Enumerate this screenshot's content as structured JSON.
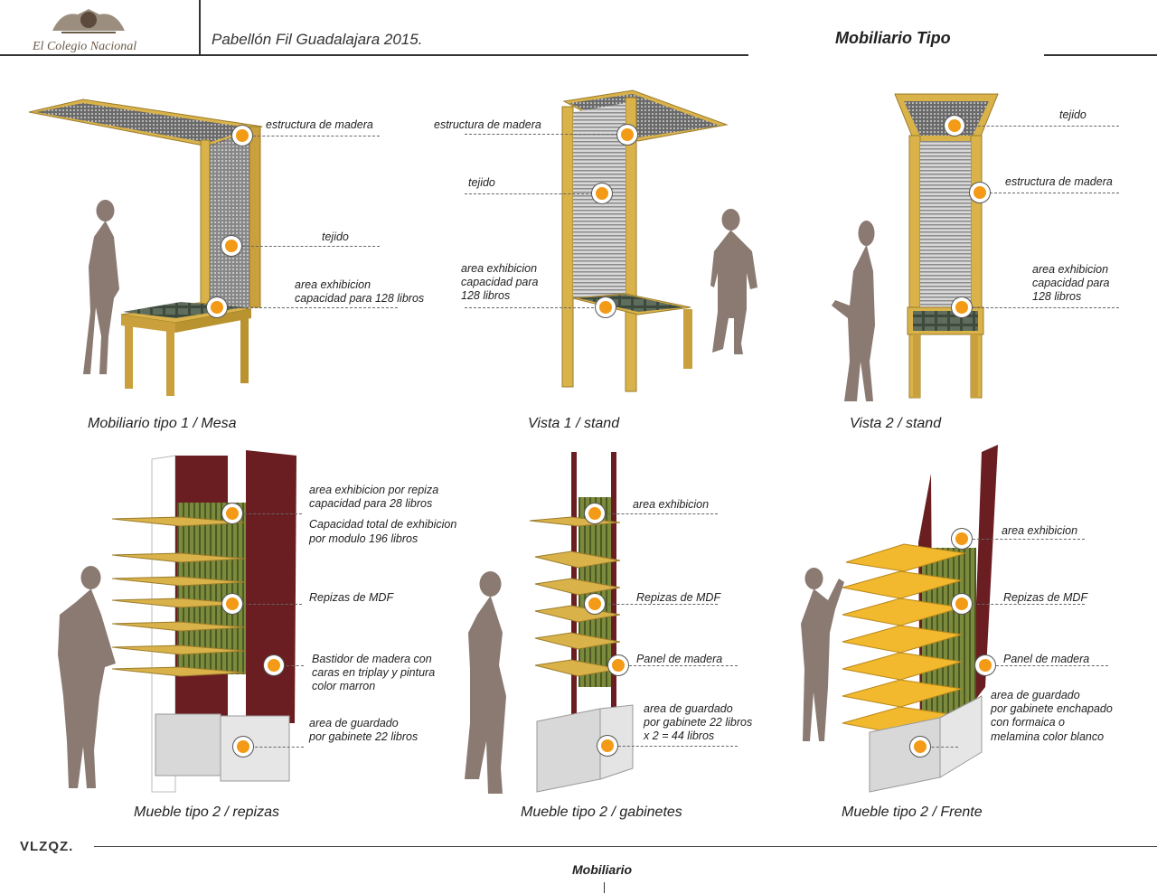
{
  "header": {
    "logo_text": "El Colegio Nacional",
    "project_title": "Pabellón Fil  Guadalajara 2015.",
    "section_title": "Mobiliario Tipo"
  },
  "panels": [
    {
      "caption": "Mobiliario tipo 1 / Mesa",
      "labels": [
        "estructura de madera",
        "tejido",
        "area exhibicion",
        "capacidad para 128 libros"
      ]
    },
    {
      "caption": "Vista 1 / stand",
      "labels": [
        "estructura de madera",
        "tejido",
        "area exhibicion",
        "capacidad para",
        "128  libros"
      ]
    },
    {
      "caption": "Vista 2 / stand",
      "labels": [
        "tejido",
        "estructura de madera",
        "area exhibicion",
        "capacidad para",
        "128 libros"
      ]
    },
    {
      "caption": "Mueble  tipo 2 / repizas",
      "labels": [
        "area exhibicion por repiza",
        "capacidad para 28 libros",
        "Capacidad total de exhibicion",
        "por modulo 196 libros",
        "Repizas de MDF",
        "Bastidor de madera con",
        "caras en triplay y pintura",
        "color marron",
        "area de guardado",
        "por gabinete 22 libros"
      ]
    },
    {
      "caption": "Mueble tipo 2 / gabinetes",
      "labels": [
        "area exhibicion",
        "Repizas de MDF",
        "Panel de madera",
        "area de guardado",
        "por gabinete 22 libros",
        "x 2 = 44 libros"
      ]
    },
    {
      "caption": "Mueble tipo 2 / Frente",
      "labels": [
        "area exhibicion",
        "Repizas de MDF",
        "Panel de madera",
        "area de guardado",
        "por gabinete enchapado",
        "con formaica o",
        "melamina color blanco"
      ]
    }
  ],
  "footer": {
    "brand": "VLZQZ.",
    "label": "Mobiliario"
  },
  "colors": {
    "accent_dot": "#f39a16",
    "wood": "#d9b24a",
    "silhouette": "#8a7a72",
    "panel_brown": "#6b1e22"
  }
}
